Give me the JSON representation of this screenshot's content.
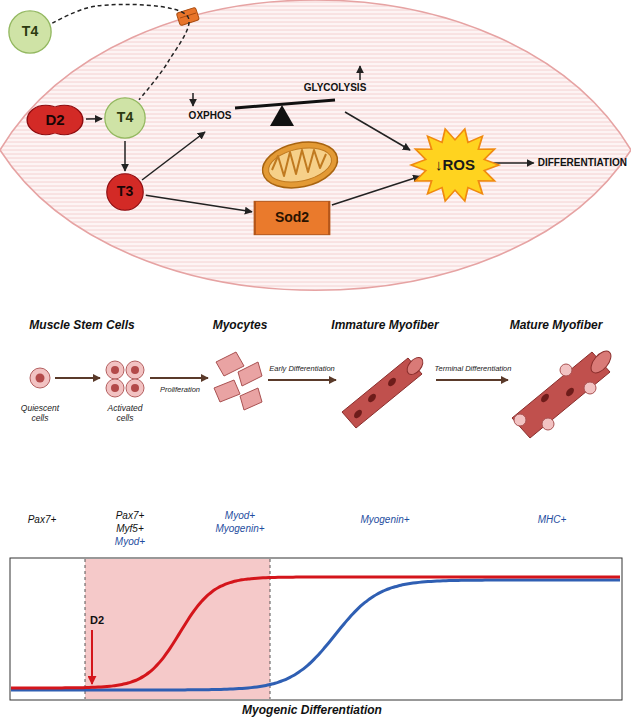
{
  "diagram": {
    "caption": "Myogenic Differentiation",
    "nodes": [
      {
        "text": [
          "T4"
        ]
      },
      {
        "text": [
          "D2"
        ]
      },
      {
        "text": [
          "T4"
        ]
      },
      {
        "text": [
          "T3"
        ]
      },
      {
        "text": [
          "Sod2"
        ]
      },
      {
        "text": [
          "↓ROS"
        ]
      }
    ],
    "edges": [
      {
        "from": 0,
        "to": 2,
        "arrow": "none"
      },
      {
        "from": 1,
        "to": 2,
        "arrow": "to"
      },
      {
        "from": 2,
        "to": 3,
        "arrow": "to"
      },
      {
        "from": 3,
        "to": 4,
        "arrow": "to"
      },
      {
        "from": 4,
        "to": 5,
        "arrow": "to"
      }
    ],
    "labels": [
      "OXPHOS",
      "GLYCOLYSIS",
      "DIFFERENTIATION",
      "Muscle Stem Cells",
      "Myocytes",
      "Immature Myofiber",
      "Mature Myofiber",
      "Quiescent cells",
      "Activated cells",
      "Proliferation",
      "Early Differentiation",
      "Terminal Differentiation",
      "Pax7+",
      "Pax7+",
      "Myf5+",
      "Myod+",
      "Myod+",
      "Myogenin+",
      "Myogenin+",
      "MHC+",
      "D2"
    ]
  }
}
